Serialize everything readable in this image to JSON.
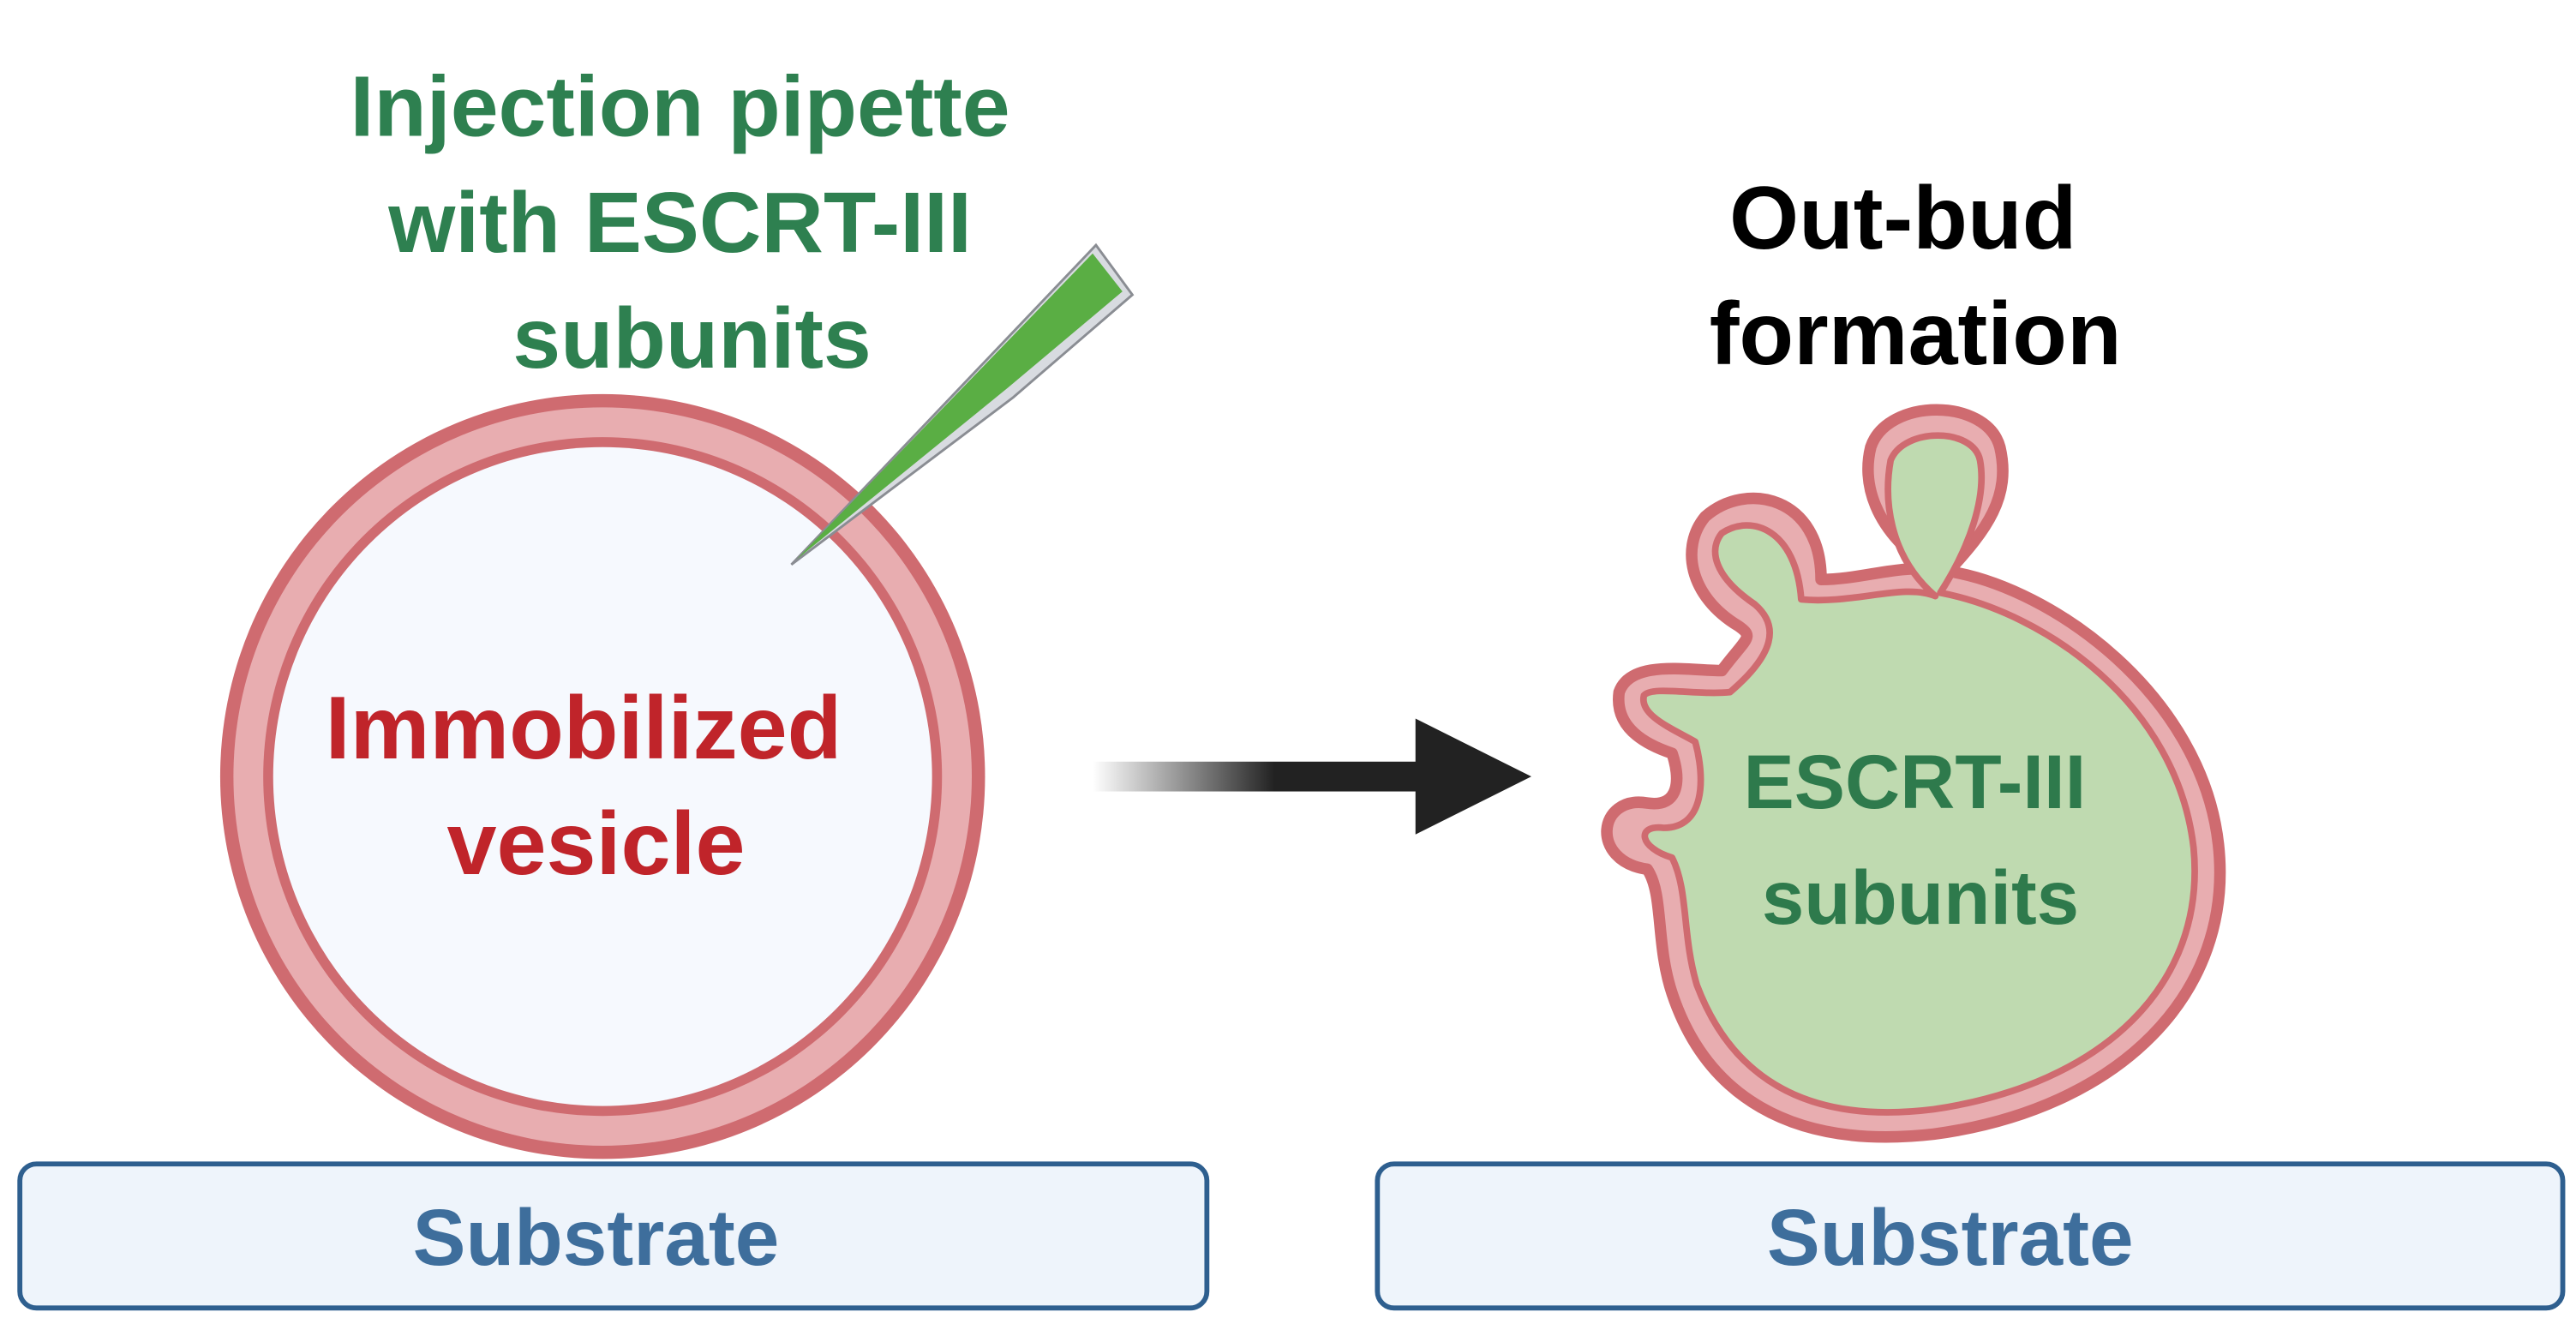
{
  "left_panel": {
    "pipette_label": [
      "Injection pipette",
      "with ESCRT-III",
      "subunits"
    ],
    "vesicle_label": [
      "Immobilized",
      "vesicle"
    ],
    "substrate_label": "Substrate"
  },
  "right_panel": {
    "title": [
      "Out-bud",
      "formation"
    ],
    "vesicle_label": [
      "ESCRT-III",
      "subunits"
    ],
    "substrate_label": "Substrate"
  },
  "colors": {
    "pipette_text": "#2e8050",
    "vesicle_text": "#c0242a",
    "membrane_outer": "#cf6b70",
    "membrane_inner": "#e8adb0",
    "vesicle_fill": "#f6f9fe",
    "escrt_fill": "#bfdab0",
    "escrt_text": "#2e7a4c",
    "pipette_fill": "#5aae44",
    "substrate_fill": "#eef4fb",
    "substrate_stroke": "#2e5f8f",
    "substrate_text": "#3e6e9c",
    "arrow": "#222222",
    "title_text": "#000000"
  }
}
